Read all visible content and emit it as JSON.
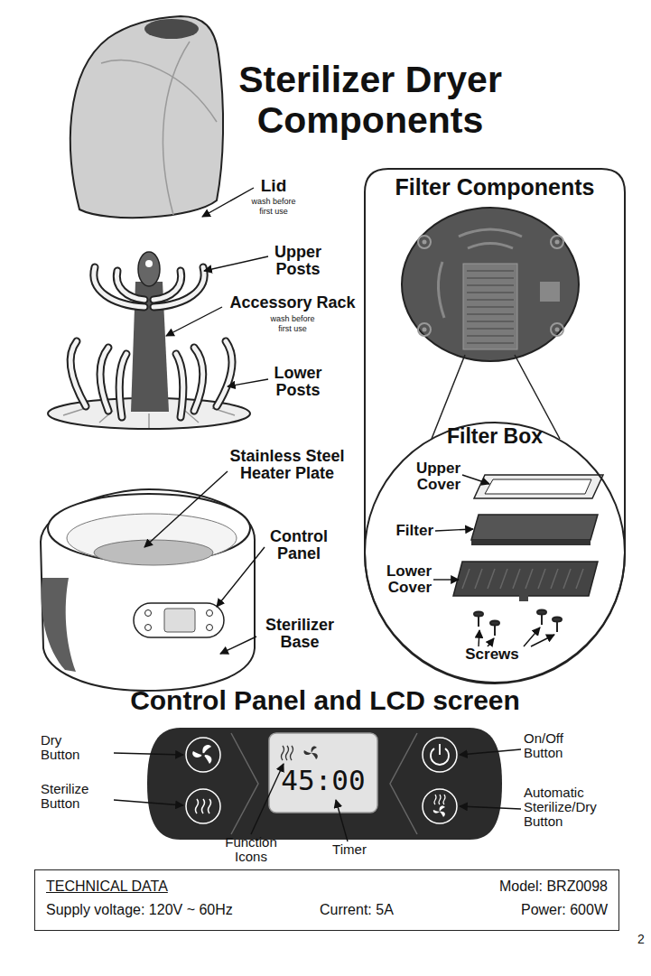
{
  "diagram": {
    "title": "Sterilizer Dryer Components",
    "nodes": [
      {
        "text": [
          "Filter Components"
        ]
      },
      {
        "text": [
          "Filter Box"
        ],
        "in": 0
      },
      {
        "text": [
          "45:00"
        ]
      },
      {
        "text": [
          "TECHNICAL DATA",
          "Supply voltage: 120V ~ 60Hz",
          "Current: 5A",
          "Model: BRZ0098",
          "Power: 600W"
        ]
      }
    ],
    "labels": [
      "Lid",
      "wash before first use",
      "Upper Posts",
      "Accessory Rack",
      "wash before first use",
      "Lower Posts",
      "Stainless Steel Heater Plate",
      "Control Panel",
      "Sterilizer Base",
      "Upper Cover",
      "Filter",
      "Lower Cover",
      "Screws",
      "Control Panel and LCD screen",
      "Dry Button",
      "Sterilize Button",
      "On/Off Button",
      "Automatic Sterilize/Dry Button",
      "Function Icons",
      "Timer",
      "2"
    ]
  }
}
